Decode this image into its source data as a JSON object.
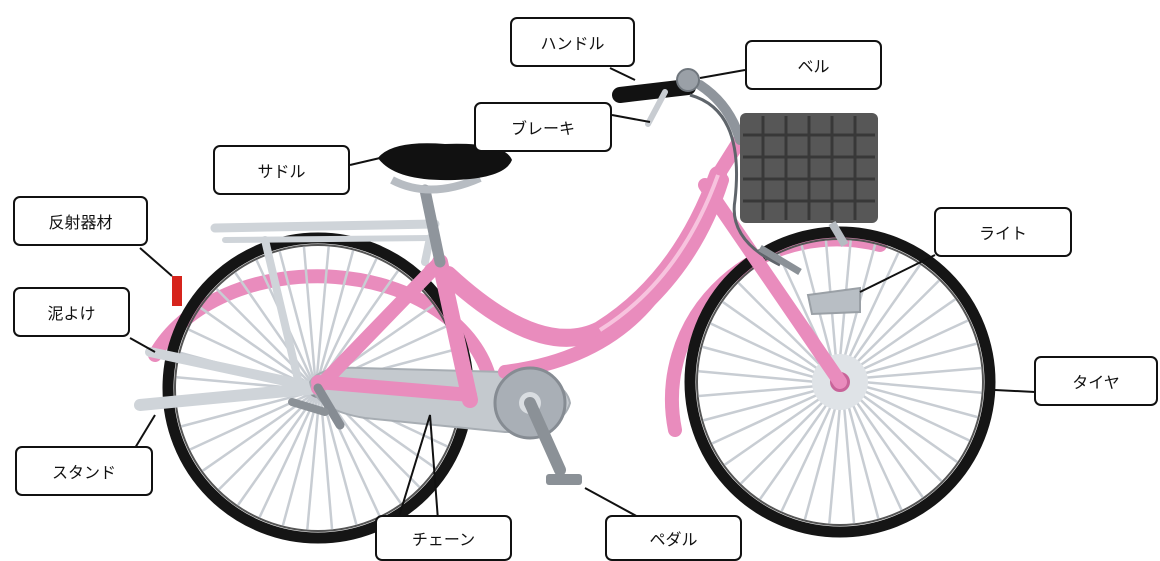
{
  "labels": {
    "handle": "ハンドル",
    "bell": "ベル",
    "brake": "ブレーキ",
    "saddle": "サドル",
    "reflector": "反射器材",
    "mudguard": "泥よけ",
    "light": "ライト",
    "tire": "タイヤ",
    "stand": "スタンド",
    "chain": "チェーン",
    "pedal": "ペダル"
  },
  "colors": {
    "frame": "#e98cbd",
    "frame_dark": "#c86499",
    "tire": "#151515",
    "spoke": "#c8cdd3",
    "metal": "#b9bfc6",
    "metal_dark": "#7f868d",
    "saddle": "#111111",
    "basket": "#545454",
    "reflector": "#d6241c",
    "callout_border": "#111111"
  }
}
